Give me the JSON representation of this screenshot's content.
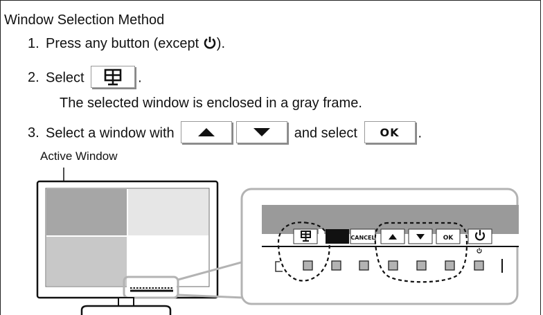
{
  "title": "Window Selection Method",
  "steps": [
    {
      "num": "1.",
      "text_a": "Press any button (except ",
      "text_b": ")."
    },
    {
      "num": "2.",
      "text_a": "Select ",
      "text_b": ".",
      "subtext": "The selected window is enclosed in a gray frame."
    },
    {
      "num": "3.",
      "text_a": "Select a window with ",
      "text_b": " and select ",
      "text_c": "."
    }
  ],
  "ok_label": "OK",
  "active_window_label": "Active Window",
  "panel_buttons": {
    "cancel": "CANCEL",
    "ok": "OK"
  },
  "colors": {
    "active_window": "#a6a6a6",
    "window_light": "#e6e6e6",
    "window_mid": "#c8c8c8",
    "panel_bar": "#9a9a9a",
    "callout_border": "#b3b3b3"
  },
  "icons": [
    "power-icon",
    "window-select-icon",
    "up-arrow-icon",
    "down-arrow-icon"
  ]
}
